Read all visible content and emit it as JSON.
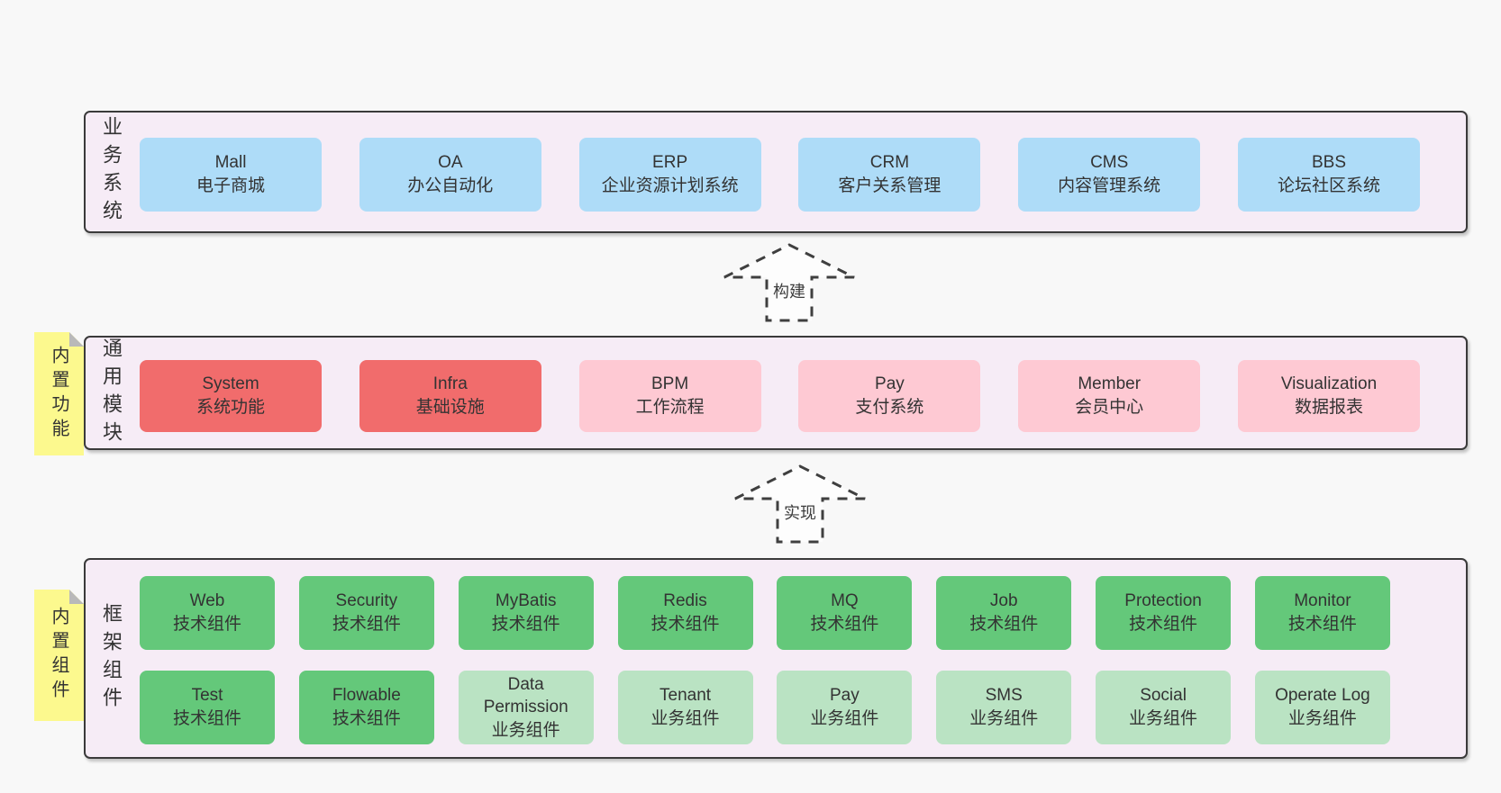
{
  "palette": {
    "page_bg": "#f8f8f8",
    "container_bg": "#f6ecf6",
    "container_border": "#3a3a3a",
    "blue_box": "#aedcf8",
    "red_box": "#f16c6c",
    "pink_box": "#fec9d3",
    "green_dark_box": "#64c87a",
    "green_light_box": "#bae3c3",
    "sticky_note": "#fcf98e",
    "sticky_fold": "#b9b9b9"
  },
  "sections": {
    "business": {
      "label": "业务系统",
      "items": [
        {
          "name": "Mall",
          "desc": "电子商城"
        },
        {
          "name": "OA",
          "desc": "办公自动化"
        },
        {
          "name": "ERP",
          "desc": "企业资源计划系统"
        },
        {
          "name": "CRM",
          "desc": "客户关系管理"
        },
        {
          "name": "CMS",
          "desc": "内容管理系统"
        },
        {
          "name": "BBS",
          "desc": "论坛社区系统"
        }
      ]
    },
    "arrow_build": {
      "label": "构建"
    },
    "modules": {
      "label": "通用模块",
      "sticky": "内置功能",
      "items": [
        {
          "name": "System",
          "desc": "系统功能",
          "variant": "red"
        },
        {
          "name": "Infra",
          "desc": "基础设施",
          "variant": "red"
        },
        {
          "name": "BPM",
          "desc": "工作流程",
          "variant": "pink"
        },
        {
          "name": "Pay",
          "desc": "支付系统",
          "variant": "pink"
        },
        {
          "name": "Member",
          "desc": "会员中心",
          "variant": "pink"
        },
        {
          "name": "Visualization",
          "desc": "数据报表",
          "variant": "pink"
        }
      ]
    },
    "arrow_implement": {
      "label": "实现"
    },
    "framework": {
      "label": "框架组件",
      "sticky": "内置组件",
      "row1": [
        {
          "name": "Web",
          "desc": "技术组件",
          "variant": "green-dark"
        },
        {
          "name": "Security",
          "desc": "技术组件",
          "variant": "green-dark"
        },
        {
          "name": "MyBatis",
          "desc": "技术组件",
          "variant": "green-dark"
        },
        {
          "name": "Redis",
          "desc": "技术组件",
          "variant": "green-dark"
        },
        {
          "name": "MQ",
          "desc": "技术组件",
          "variant": "green-dark"
        },
        {
          "name": "Job",
          "desc": "技术组件",
          "variant": "green-dark"
        },
        {
          "name": "Protection",
          "desc": "技术组件",
          "variant": "green-dark"
        },
        {
          "name": "Monitor",
          "desc": "技术组件",
          "variant": "green-dark"
        }
      ],
      "row2": [
        {
          "name": "Test",
          "desc": "技术组件",
          "variant": "green-dark"
        },
        {
          "name": "Flowable",
          "desc": "技术组件",
          "variant": "green-dark"
        },
        {
          "name": "Data Permission",
          "desc": "业务组件",
          "variant": "green-light"
        },
        {
          "name": "Tenant",
          "desc": "业务组件",
          "variant": "green-light"
        },
        {
          "name": "Pay",
          "desc": "业务组件",
          "variant": "green-light"
        },
        {
          "name": "SMS",
          "desc": "业务组件",
          "variant": "green-light"
        },
        {
          "name": "Social",
          "desc": "业务组件",
          "variant": "green-light"
        },
        {
          "name": "Operate Log",
          "desc": "业务组件",
          "variant": "green-light"
        }
      ]
    }
  }
}
